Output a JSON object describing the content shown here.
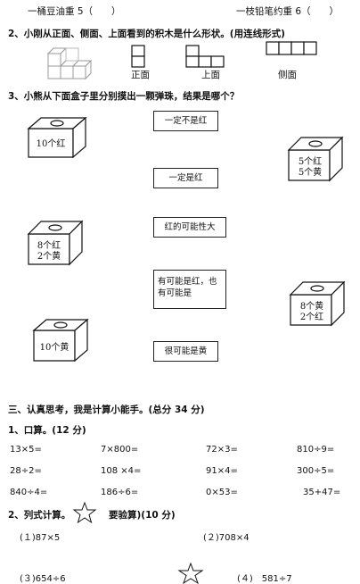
{
  "top_line": {
    "left": "一桶豆油重 5（　　）",
    "right": "一枝铅笔约重 6（　　）"
  },
  "q2": {
    "title": "2、小刚从正面、侧面、上面看到的积木是什么形状。(用连线形式)",
    "views": [
      "正面",
      "上面",
      "侧面"
    ]
  },
  "q3": {
    "title": "3、小熊从下面盒子里分别摸出一颗弹珠，结果是哪个？",
    "statements": [
      "一定不是红",
      "一定是红",
      "红的可能性大",
      "有可能是红，也有可能是",
      "很可能是黄"
    ],
    "boxes": [
      {
        "lines": [
          "10个红"
        ]
      },
      {
        "lines": [
          "8个红",
          "2个黄"
        ]
      },
      {
        "lines": [
          "10个黄"
        ]
      },
      {
        "lines": [
          "5个红",
          "5个黄"
        ]
      },
      {
        "lines": [
          "8个黄",
          "2个红"
        ]
      }
    ]
  },
  "section3": {
    "title": "三、认真思考，我是计算小能手。(总分 34 分)",
    "q1_title": "1、口算。(12 分)",
    "oral_rows": [
      [
        "13×5=",
        "7×800=",
        "72×3=",
        "810÷9="
      ],
      [
        "28÷2=",
        "108 ×4=",
        "91×4=",
        "300÷5="
      ],
      [
        "840÷4=",
        "186÷6=",
        "0×53=",
        "35+47="
      ]
    ],
    "q2_title_a": "2、列式计算。",
    "q2_title_b": "要验算)(10 分)",
    "problems": [
      "(１)87×5",
      "(２)708×4",
      "(３)654÷6",
      "(４)　581÷7"
    ]
  }
}
